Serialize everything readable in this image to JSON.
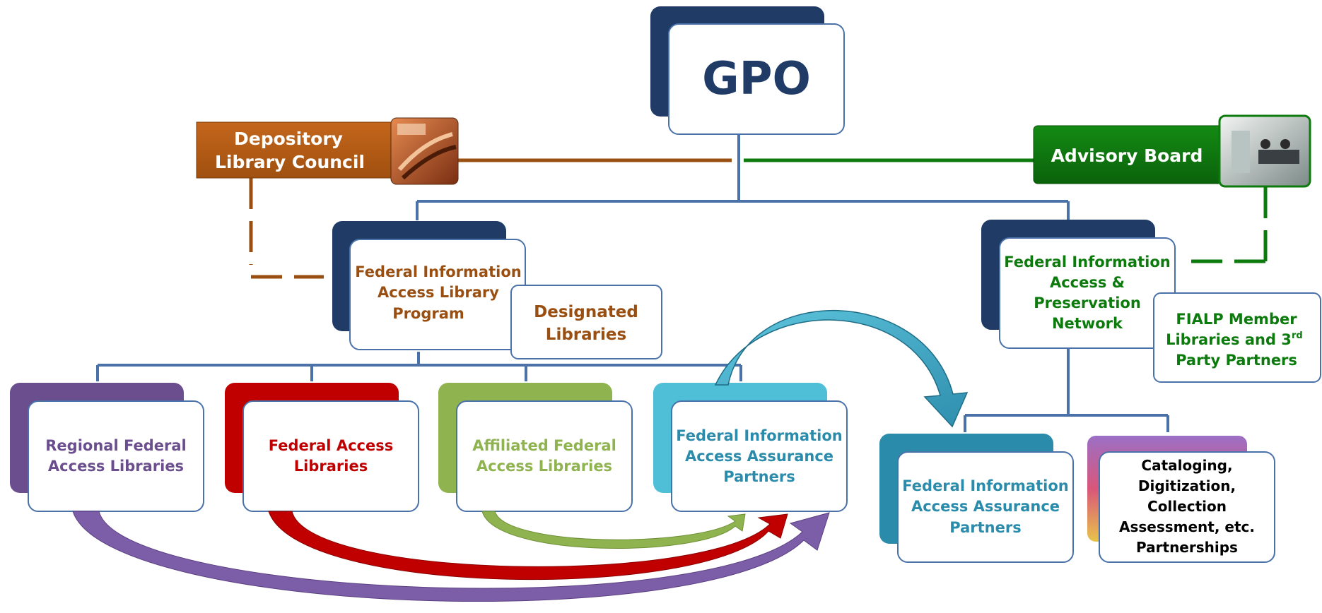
{
  "gpo": {
    "label": "GPO"
  },
  "council": {
    "line1": "Depository",
    "line2": "Library Council"
  },
  "advisory": {
    "label": "Advisory Board"
  },
  "fialp": {
    "line1": "Federal Information",
    "line2": "Access Library",
    "line3": "Program"
  },
  "designated": {
    "line1": "Designated",
    "line2": "Libraries"
  },
  "fiapn": {
    "line1": "Federal Information",
    "line2": "Access &",
    "line3": "Preservation",
    "line4": "Network"
  },
  "fialp_member": {
    "line1": "FIALP Member",
    "line2": "Libraries  and 3",
    "line2_sup": "rd",
    "line3": "Party Partners"
  },
  "regional": {
    "line1": "Regional Federal",
    "line2": "Access Libraries"
  },
  "federal_access": {
    "line1": "Federal Access",
    "line2": "Libraries"
  },
  "affiliated": {
    "line1": "Affiliated Federal",
    "line2": "Access Libraries"
  },
  "assurance_left": {
    "line1": "Federal Information",
    "line2": "Access Assurance",
    "line3": "Partners"
  },
  "assurance_right": {
    "line1": "Federal Information",
    "line2": "Access Assurance",
    "line3": "Partners"
  },
  "cataloging": {
    "line1": "Cataloging,",
    "line2": "Digitization,",
    "line3": "Collection",
    "line4": "Assessment, etc.",
    "line5": "Partnerships"
  },
  "colors": {
    "navy": "#1f3b66",
    "connector": "#4a72a8",
    "brown": "#9a4f12",
    "green": "#0c7a0c",
    "purple": "#6b4e8e",
    "red": "#c00000",
    "light_green": "#8fb34f",
    "teal": "#2b8bab",
    "cyan": "#4fbfd8"
  }
}
